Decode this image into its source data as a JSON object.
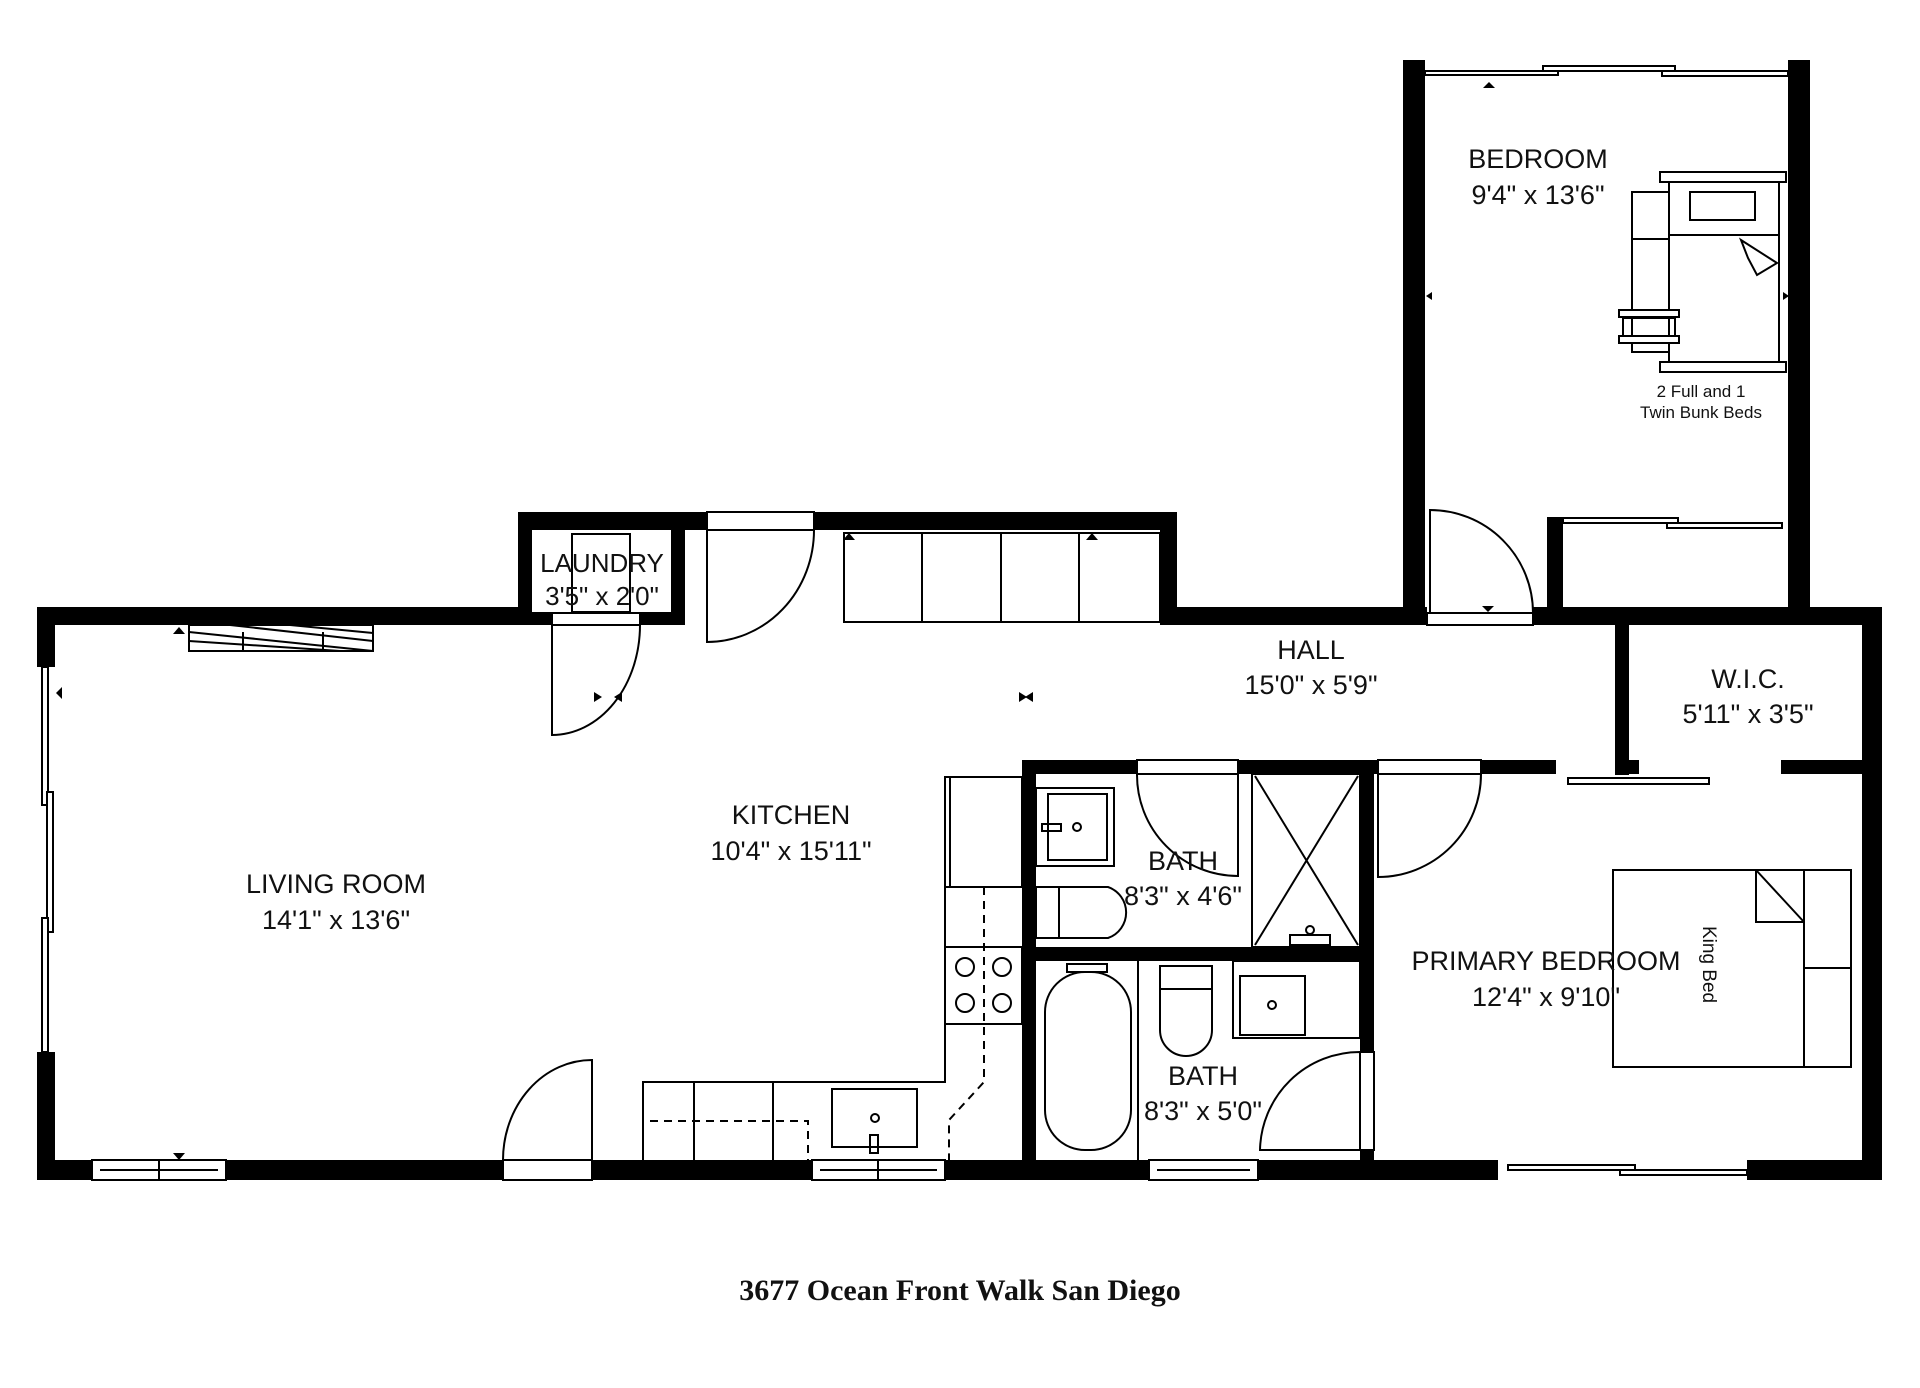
{
  "caption": "3677 Ocean Front Walk San Diego",
  "rooms": {
    "bedroom": {
      "name": "BEDROOM",
      "dims": "9'4\" x 13'6\""
    },
    "bunk_note": {
      "line1": "2 Full and 1",
      "line2": "Twin Bunk Beds"
    },
    "laundry": {
      "name": "LAUNDRY",
      "dims": "3'5\" x 2'0\""
    },
    "hall": {
      "name": "HALL",
      "dims": "15'0\" x 5'9\""
    },
    "wic": {
      "name": "W.I.C.",
      "dims": "5'11\" x 3'5\""
    },
    "kitchen": {
      "name": "KITCHEN",
      "dims": "10'4\" x 15'11\""
    },
    "living": {
      "name": "LIVING ROOM",
      "dims": "14'1\" x 13'6\""
    },
    "bath1": {
      "name": "BATH",
      "dims": "8'3\" x 4'6\""
    },
    "bath2": {
      "name": "BATH",
      "dims": "8'3\" x 5'0\""
    },
    "primary": {
      "name": "PRIMARY BEDROOM",
      "dims": "12'4\" x 9'10\""
    },
    "king_bed": {
      "label": "King Bed"
    }
  },
  "colors": {
    "wall": "#000000",
    "background": "#ffffff",
    "text": "#111111"
  }
}
